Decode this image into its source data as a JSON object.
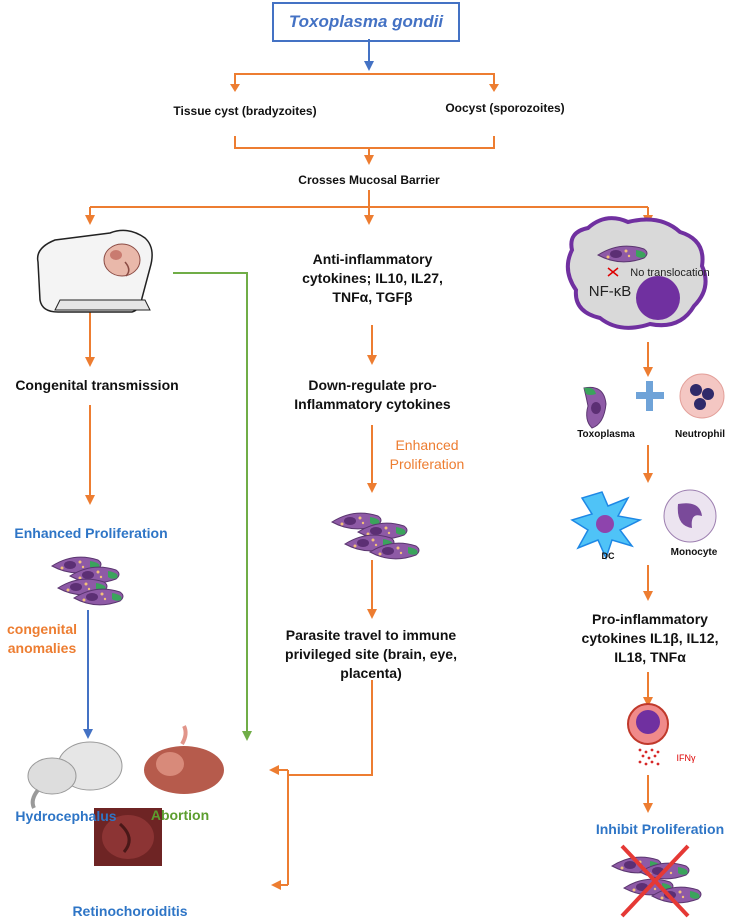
{
  "title": "Toxoplasma gondii",
  "stages": {
    "tissue_cyst": "Tissue cyst (bradyzoites)",
    "oocyst": "Oocyst (sporozoites)",
    "mucosal": "Crosses Mucosal Barrier"
  },
  "left": {
    "congenital": "Congenital transmission",
    "enhanced": "Enhanced Proliferation",
    "anomalies": "congenital anomalies",
    "hydrocephalus": "Hydrocephalus",
    "abortion": "Abortion",
    "retino": "Retinochoroiditis"
  },
  "middle": {
    "anti": "Anti-inflammatory cytokines; IL10, IL27, TNFα, TGFβ",
    "down": "Down-regulate pro-Inflammatory cytokines",
    "enhanced": "Enhanced Proliferation",
    "parasite": "Parasite travel to immune privileged site (brain, eye, placenta)"
  },
  "right": {
    "no_translocation": "No translocation",
    "nfkb": "NF-κB",
    "toxoplasma": "Toxoplasma",
    "neutrophil": "Neutrophil",
    "dc": "DC",
    "monocyte": "Monocyte",
    "pro": "Pro-inflammatory cytokines IL1β, IL12, IL18, TNFα",
    "ifn": "IFNγ",
    "inhibit": "Inhibit Proliferation"
  },
  "colors": {
    "orange": "#ed7d31",
    "blue": "#4472c4",
    "green": "#70ad47",
    "parasite": "#8e5aa6"
  }
}
